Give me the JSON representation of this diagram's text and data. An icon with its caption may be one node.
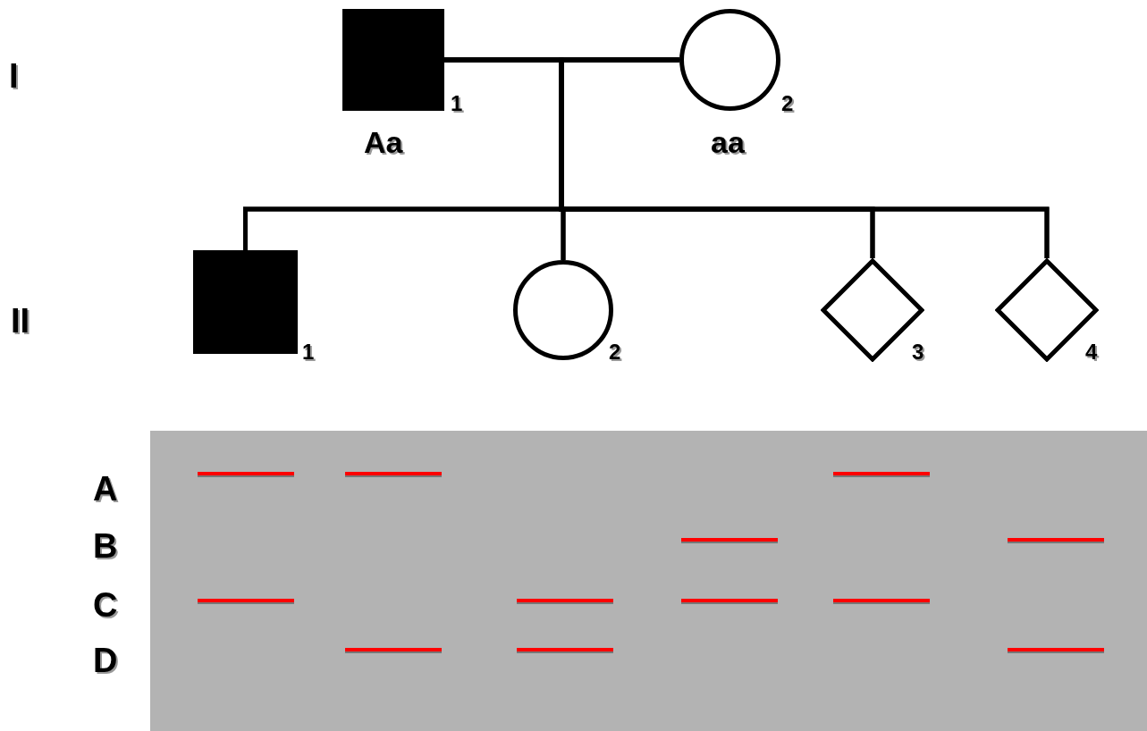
{
  "diagram": {
    "nodes": [
      {
        "text": [],
        "shape": "box",
        "beside": [
          "1",
          "Aa"
        ]
      },
      {
        "text": [],
        "shape": "circle",
        "beside": [
          "2",
          "aa"
        ]
      },
      {
        "text": [],
        "shape": "box",
        "beside": [
          "1"
        ]
      },
      {
        "text": [],
        "shape": "circle",
        "beside": [
          "2"
        ]
      },
      {
        "text": [],
        "shape": "diamond",
        "beside": [
          "3"
        ]
      },
      {
        "text": [],
        "shape": "diamond",
        "beside": [
          "4"
        ]
      },
      {
        "text": [],
        "shape": "box"
      },
      {
        "text": [],
        "shape": "bar",
        "in": 6
      },
      {
        "text": [],
        "shape": "bar",
        "in": 6
      },
      {
        "text": [],
        "shape": "bar",
        "in": 6
      },
      {
        "text": [],
        "shape": "bar",
        "in": 6
      },
      {
        "text": [],
        "shape": "bar",
        "in": 6
      },
      {
        "text": [],
        "shape": "bar",
        "in": 6
      },
      {
        "text": [],
        "shape": "bar",
        "in": 6
      },
      {
        "text": [],
        "shape": "bar",
        "in": 6
      },
      {
        "text": [],
        "shape": "bar",
        "in": 6
      },
      {
        "text": [],
        "shape": "bar",
        "in": 6
      },
      {
        "text": [],
        "shape": "bar",
        "in": 6
      },
      {
        "text": [],
        "shape": "bar",
        "in": 6
      }
    ],
    "edges": [
      {
        "from": 0,
        "to": 1,
        "arrow": "none"
      },
      {
        "from": 0,
        "to": 2,
        "arrow": "none"
      },
      {
        "from": 1,
        "to": 2,
        "arrow": "none"
      },
      {
        "from": 0,
        "to": 3,
        "arrow": "none"
      },
      {
        "from": 1,
        "to": 3,
        "arrow": "none"
      },
      {
        "from": 0,
        "to": 4,
        "arrow": "none"
      },
      {
        "from": 1,
        "to": 4,
        "arrow": "none"
      },
      {
        "from": 0,
        "to": 5,
        "arrow": "none"
      },
      {
        "from": 1,
        "to": 5,
        "arrow": "none"
      }
    ],
    "labels": [
      "I",
      "II",
      "A",
      "B",
      "C",
      "D"
    ]
  }
}
